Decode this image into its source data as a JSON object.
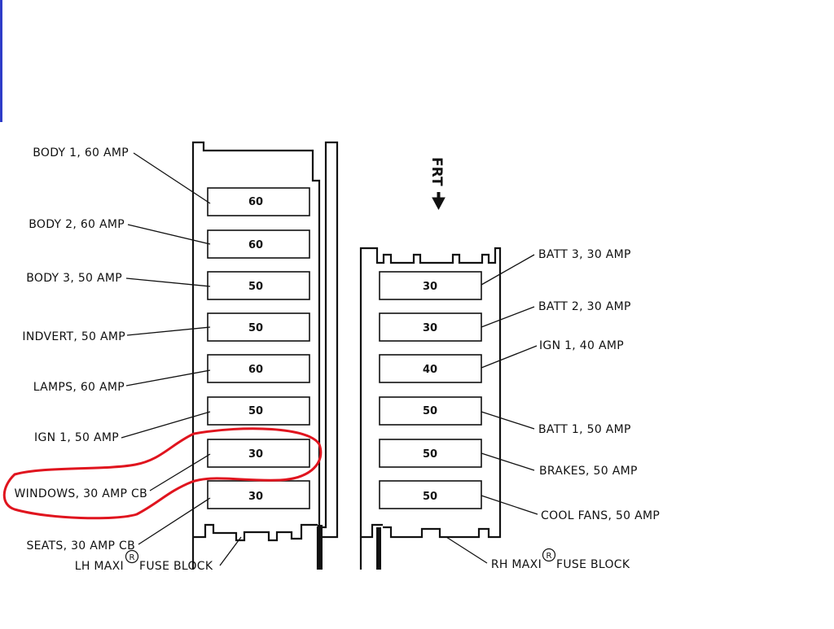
{
  "diagram": {
    "frt_label": "FRT",
    "highlight_color": "#e0141e",
    "line_color": "#111111",
    "lh_block": {
      "name_prefix": "LH MAXI",
      "registered_mark": "R",
      "name_suffix": "FUSE BLOCK",
      "fuses": [
        {
          "label": "BODY 1, 60 AMP",
          "value": "60"
        },
        {
          "label": "BODY 2, 60 AMP",
          "value": "60"
        },
        {
          "label": "BODY 3, 50 AMP",
          "value": "50"
        },
        {
          "label": "INDVERT, 50 AMP",
          "value": "50"
        },
        {
          "label": "LAMPS, 60 AMP",
          "value": "60"
        },
        {
          "label": "IGN 1, 50 AMP",
          "value": "50"
        },
        {
          "label": "WINDOWS, 30 AMP CB",
          "value": "30",
          "highlighted": true
        },
        {
          "label": "SEATS, 30 AMP CB",
          "value": "30"
        }
      ]
    },
    "rh_block": {
      "name_prefix": "RH MAXI",
      "registered_mark": "R",
      "name_suffix": "FUSE BLOCK",
      "fuses": [
        {
          "label": "BATT 3, 30 AMP",
          "value": "30"
        },
        {
          "label": "BATT 2, 30 AMP",
          "value": "30"
        },
        {
          "label": "IGN 1, 40 AMP",
          "value": "40"
        },
        {
          "label": "BATT 1, 50 AMP",
          "value": "50"
        },
        {
          "label": "BRAKES, 50 AMP",
          "value": "50"
        },
        {
          "label": "COOL FANS, 50 AMP",
          "value": "50"
        }
      ]
    }
  }
}
